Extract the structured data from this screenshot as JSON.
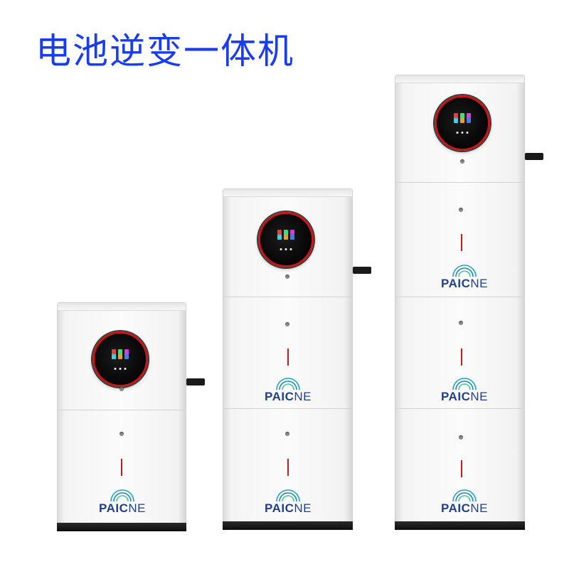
{
  "title": "电池逆变一体机",
  "units": [
    {
      "name": "unit-small",
      "battery_modules": 1
    },
    {
      "name": "unit-medium",
      "battery_modules": 2
    },
    {
      "name": "unit-large",
      "battery_modules": 3
    }
  ],
  "brand": {
    "bold_part": "PAIC",
    "light_part": "NE",
    "primary_color": "#1f3f8f",
    "arc_color": "#1aa9b8"
  },
  "colors": {
    "title": "#1a3cf0",
    "display_ring": "#c81414",
    "indicator_bar": "#d01818"
  }
}
